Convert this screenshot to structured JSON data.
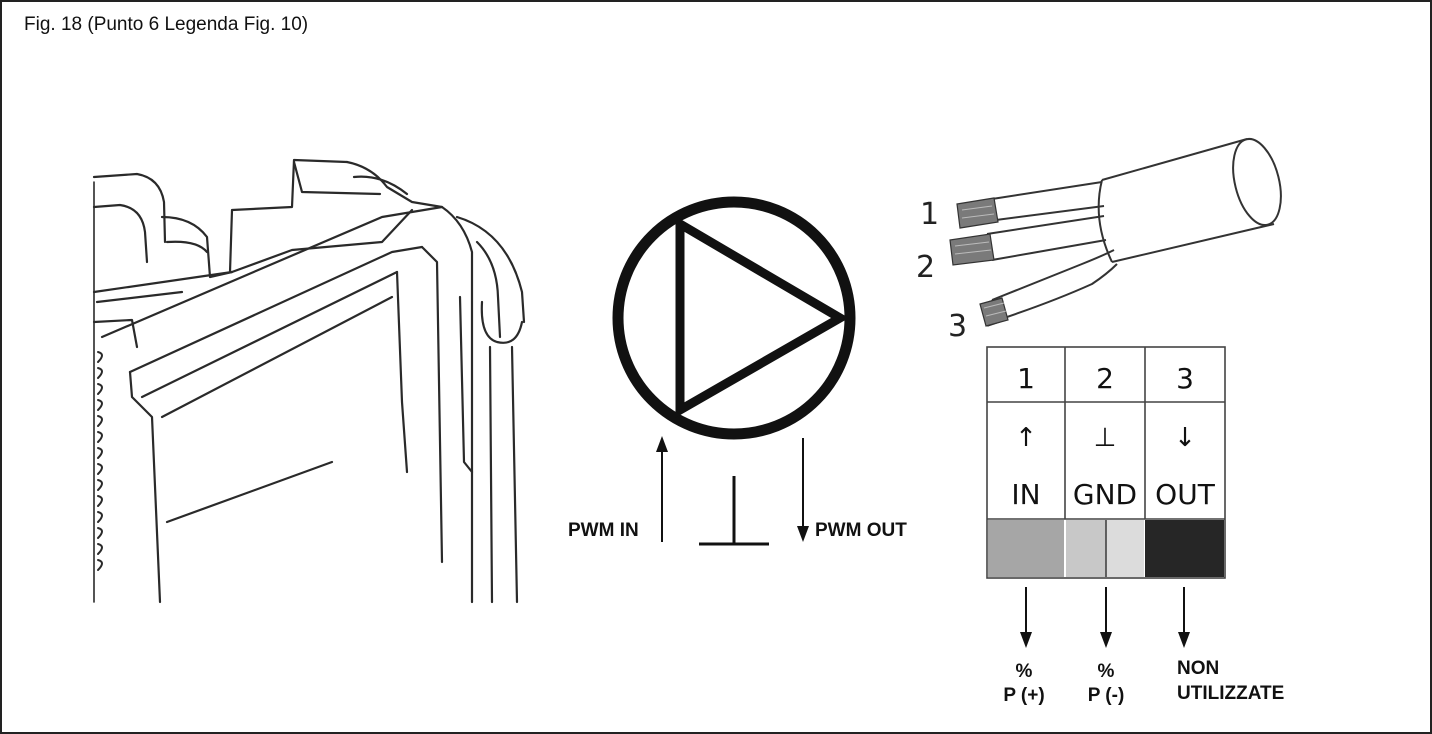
{
  "caption": "Fig. 18 (Punto 6 Legenda Fig. 10)",
  "pump": {
    "pwm_in": "PWM IN",
    "pwm_out": "PWM OUT"
  },
  "cable": {
    "wires": [
      "1",
      "2",
      "3"
    ]
  },
  "pin_table": {
    "numbers": [
      "1",
      "2",
      "3"
    ],
    "symbols": [
      "↑",
      "⊥",
      "↓"
    ],
    "names": [
      "IN",
      "GND",
      "OUT"
    ],
    "colors": [
      "#a6a6a6",
      "#c8c8c8",
      "#262626"
    ]
  },
  "outputs": {
    "col1_line1": "%",
    "col1_line2": "P (+)",
    "col2_line1": "%",
    "col2_line2": "P (-)",
    "col3_line1": "NON",
    "col3_line2": "UTILIZZATE"
  }
}
